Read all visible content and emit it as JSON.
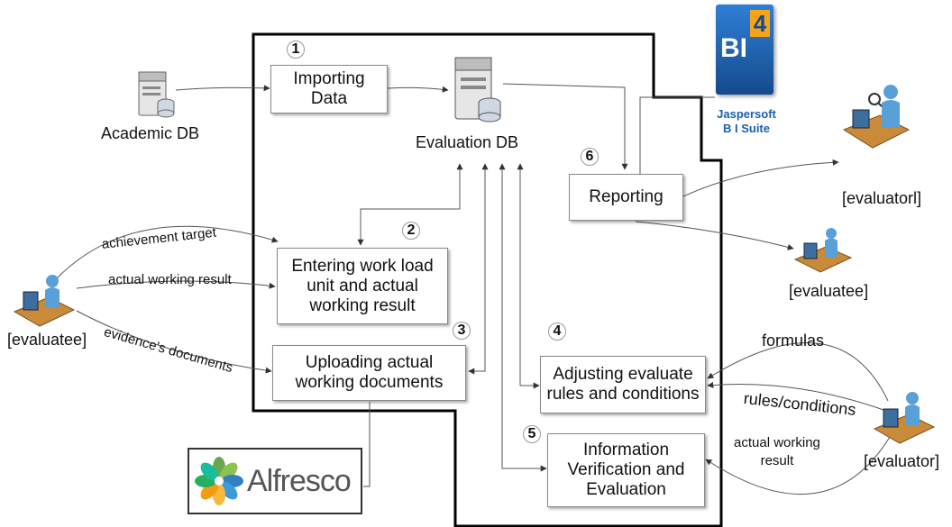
{
  "process_boxes": {
    "importing_data": "Importing\nData",
    "entering_workload": "Entering work load\nunit and actual\nworking result",
    "uploading_documents": "Uploading actual\nworking documents",
    "adjusting_rules": "Adjusting evaluate\nrules and conditions",
    "information_verification": "Information\nVerification and\nEvaluation",
    "reporting": "Reporting"
  },
  "step_numbers": {
    "importing_data": "1",
    "entering_workload": "2",
    "uploading_documents": "3",
    "adjusting_rules": "4",
    "information_verification": "5",
    "reporting": "6"
  },
  "databases": {
    "academic_db": "Academic DB",
    "evaluation_db": "Evaluation DB"
  },
  "actors": {
    "evaluatee_left": "[evaluatee]",
    "evaluator_top": "[evaluatorl]",
    "evaluatee_right": "[evaluatee]",
    "evaluator_bottom": "[evaluator]"
  },
  "flow_labels": {
    "achievement_target": "achievement target",
    "actual_working_result": "actual working result",
    "evidence_documents": "evidence's documents",
    "formulas": "formulas",
    "rules_conditions": "rules/conditions",
    "actual_working_result_evaluator": "actual working\nresult"
  },
  "logos": {
    "bi_badge": "BI",
    "bi_version": "4",
    "jaspersoft_name": "Jaspersoft",
    "jaspersoft_suite": "B I Suite",
    "alfresco": "Alfresco"
  },
  "colors": {
    "boundary": "#000000",
    "connector": "#555555",
    "bi_blue": "#1b5fae",
    "bi_orange": "#f5a31a",
    "alfresco_green": "#6aa84f",
    "alfresco_blue": "#2f7fc1",
    "actor_desk": "#c98a3a",
    "actor_person": "#5aa0d8"
  }
}
